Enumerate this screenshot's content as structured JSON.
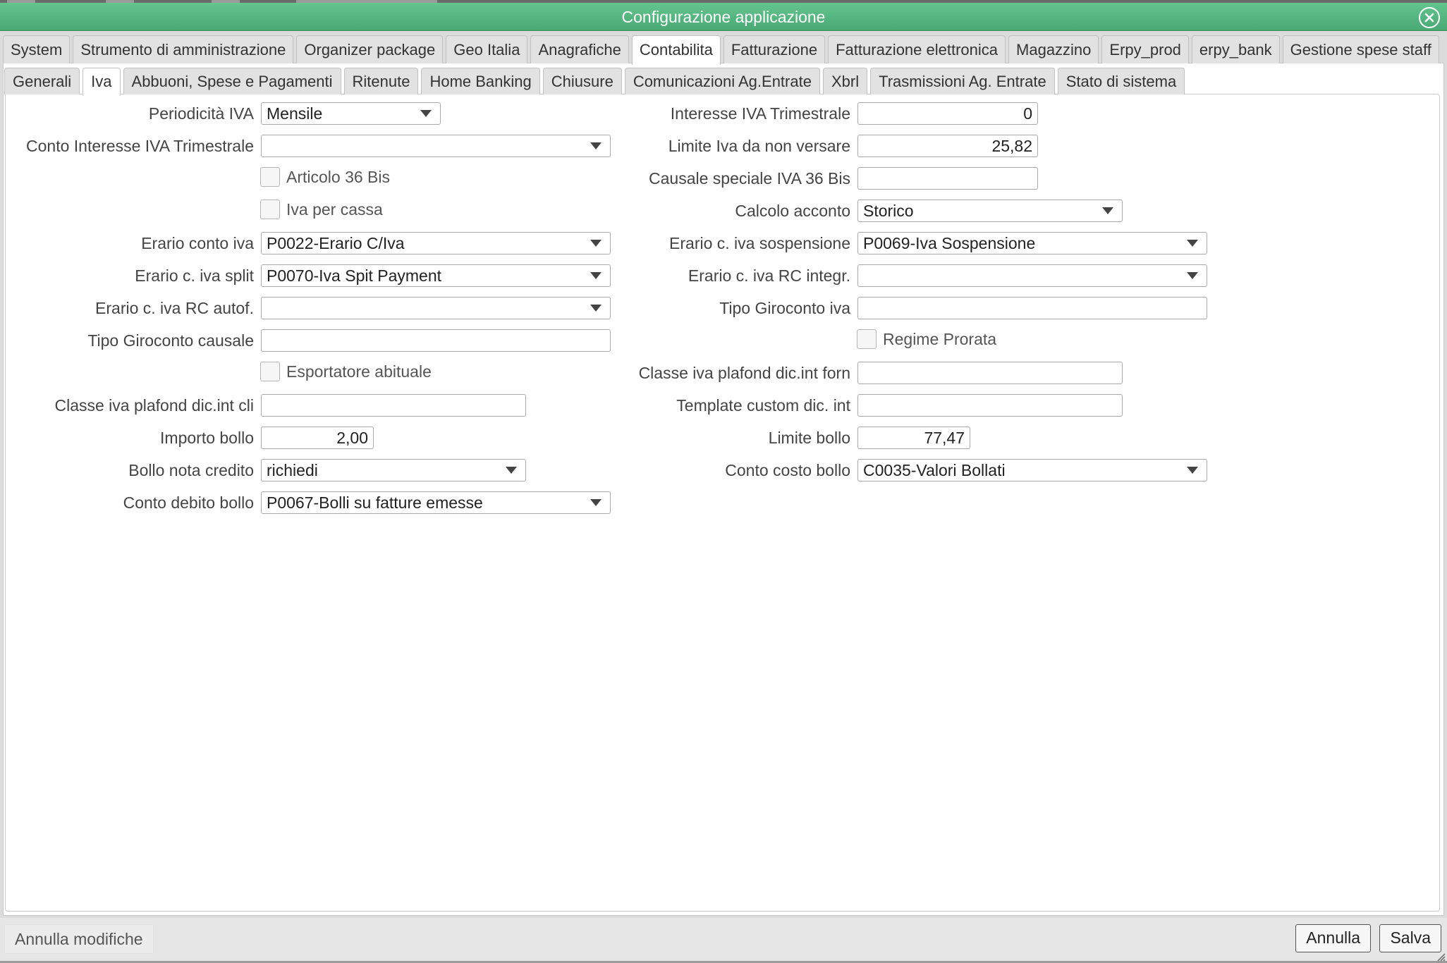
{
  "window": {
    "title": "Configurazione applicazione"
  },
  "main_tabs": [
    {
      "label": "System",
      "active": false
    },
    {
      "label": "Strumento di amministrazione",
      "active": false
    },
    {
      "label": "Organizer package",
      "active": false
    },
    {
      "label": "Geo Italia",
      "active": false
    },
    {
      "label": "Anagrafiche",
      "active": false
    },
    {
      "label": "Contabilita",
      "active": true
    },
    {
      "label": "Fatturazione",
      "active": false
    },
    {
      "label": "Fatturazione elettronica",
      "active": false
    },
    {
      "label": "Magazzino",
      "active": false
    },
    {
      "label": "Erpy_prod",
      "active": false
    },
    {
      "label": "erpy_bank",
      "active": false
    },
    {
      "label": "Gestione spese staff",
      "active": false
    }
  ],
  "sub_tabs": [
    {
      "label": "Generali",
      "active": false
    },
    {
      "label": "Iva",
      "active": true
    },
    {
      "label": "Abbuoni, Spese e Pagamenti",
      "active": false
    },
    {
      "label": "Ritenute",
      "active": false
    },
    {
      "label": "Home Banking",
      "active": false
    },
    {
      "label": "Chiusure",
      "active": false
    },
    {
      "label": "Comunicazioni Ag.Entrate",
      "active": false
    },
    {
      "label": "Xbrl",
      "active": false
    },
    {
      "label": "Trasmissioni Ag. Entrate",
      "active": false
    },
    {
      "label": "Stato di sistema",
      "active": false
    }
  ],
  "form": {
    "periodicita_iva": {
      "label": "Periodicità IVA",
      "value": "Mensile"
    },
    "conto_interesse": {
      "label": "Conto Interesse IVA Trimestrale",
      "value": ""
    },
    "articolo_36bis": {
      "label": "Articolo 36 Bis",
      "checked": false
    },
    "iva_per_cassa": {
      "label": "Iva per cassa",
      "checked": false
    },
    "erario_conto_iva": {
      "label": "Erario conto iva",
      "value": "P0022-Erario C/Iva"
    },
    "erario_iva_split": {
      "label": "Erario c. iva split",
      "value": "P0070-Iva Spit Payment"
    },
    "erario_rc_autof": {
      "label": "Erario c. iva RC autof.",
      "value": ""
    },
    "tipo_giroconto_causale": {
      "label": "Tipo Giroconto causale",
      "value": ""
    },
    "esportatore_abituale": {
      "label": "Esportatore abituale",
      "checked": false
    },
    "classe_plafond_cli": {
      "label": "Classe iva plafond dic.int cli",
      "value": ""
    },
    "importo_bollo": {
      "label": "Importo bollo",
      "value": "2,00"
    },
    "bollo_nota_credito": {
      "label": "Bollo nota credito",
      "value": "richiedi"
    },
    "conto_debito_bollo": {
      "label": "Conto debito bollo",
      "value": "P0067-Bolli su fatture emesse"
    },
    "interesse_trimestrale": {
      "label": "Interesse IVA Trimestrale",
      "value": "0"
    },
    "limite_iva": {
      "label": "Limite Iva da non versare",
      "value": "25,82"
    },
    "causale_36bis": {
      "label": "Causale speciale IVA 36 Bis",
      "value": ""
    },
    "calcolo_acconto": {
      "label": "Calcolo acconto",
      "value": "Storico"
    },
    "erario_sospensione": {
      "label": "Erario c. iva sospensione",
      "value": "P0069-Iva Sospensione"
    },
    "erario_rc_integr": {
      "label": "Erario c. iva RC integr.",
      "value": ""
    },
    "tipo_giroconto_iva": {
      "label": "Tipo Giroconto iva",
      "value": ""
    },
    "regime_prorata": {
      "label": "Regime Prorata",
      "checked": false
    },
    "classe_plafond_forn": {
      "label": "Classe iva plafond dic.int forn",
      "value": ""
    },
    "template_custom": {
      "label": "Template custom dic. int",
      "value": ""
    },
    "limite_bollo": {
      "label": "Limite bollo",
      "value": "77,47"
    },
    "conto_costo_bollo": {
      "label": "Conto costo bollo",
      "value": "C0035-Valori Bollati"
    }
  },
  "footer": {
    "reset_label": "Annulla modifiche",
    "cancel_label": "Annulla",
    "save_label": "Salva"
  },
  "colors": {
    "titlebar": "#4aa874",
    "tab_inactive": "#e2e2e2",
    "tab_active": "#ffffff"
  },
  "icons": {
    "close": "close-circle-icon",
    "dropdown": "triangle-down-icon",
    "resize": "resize-grip-icon"
  }
}
